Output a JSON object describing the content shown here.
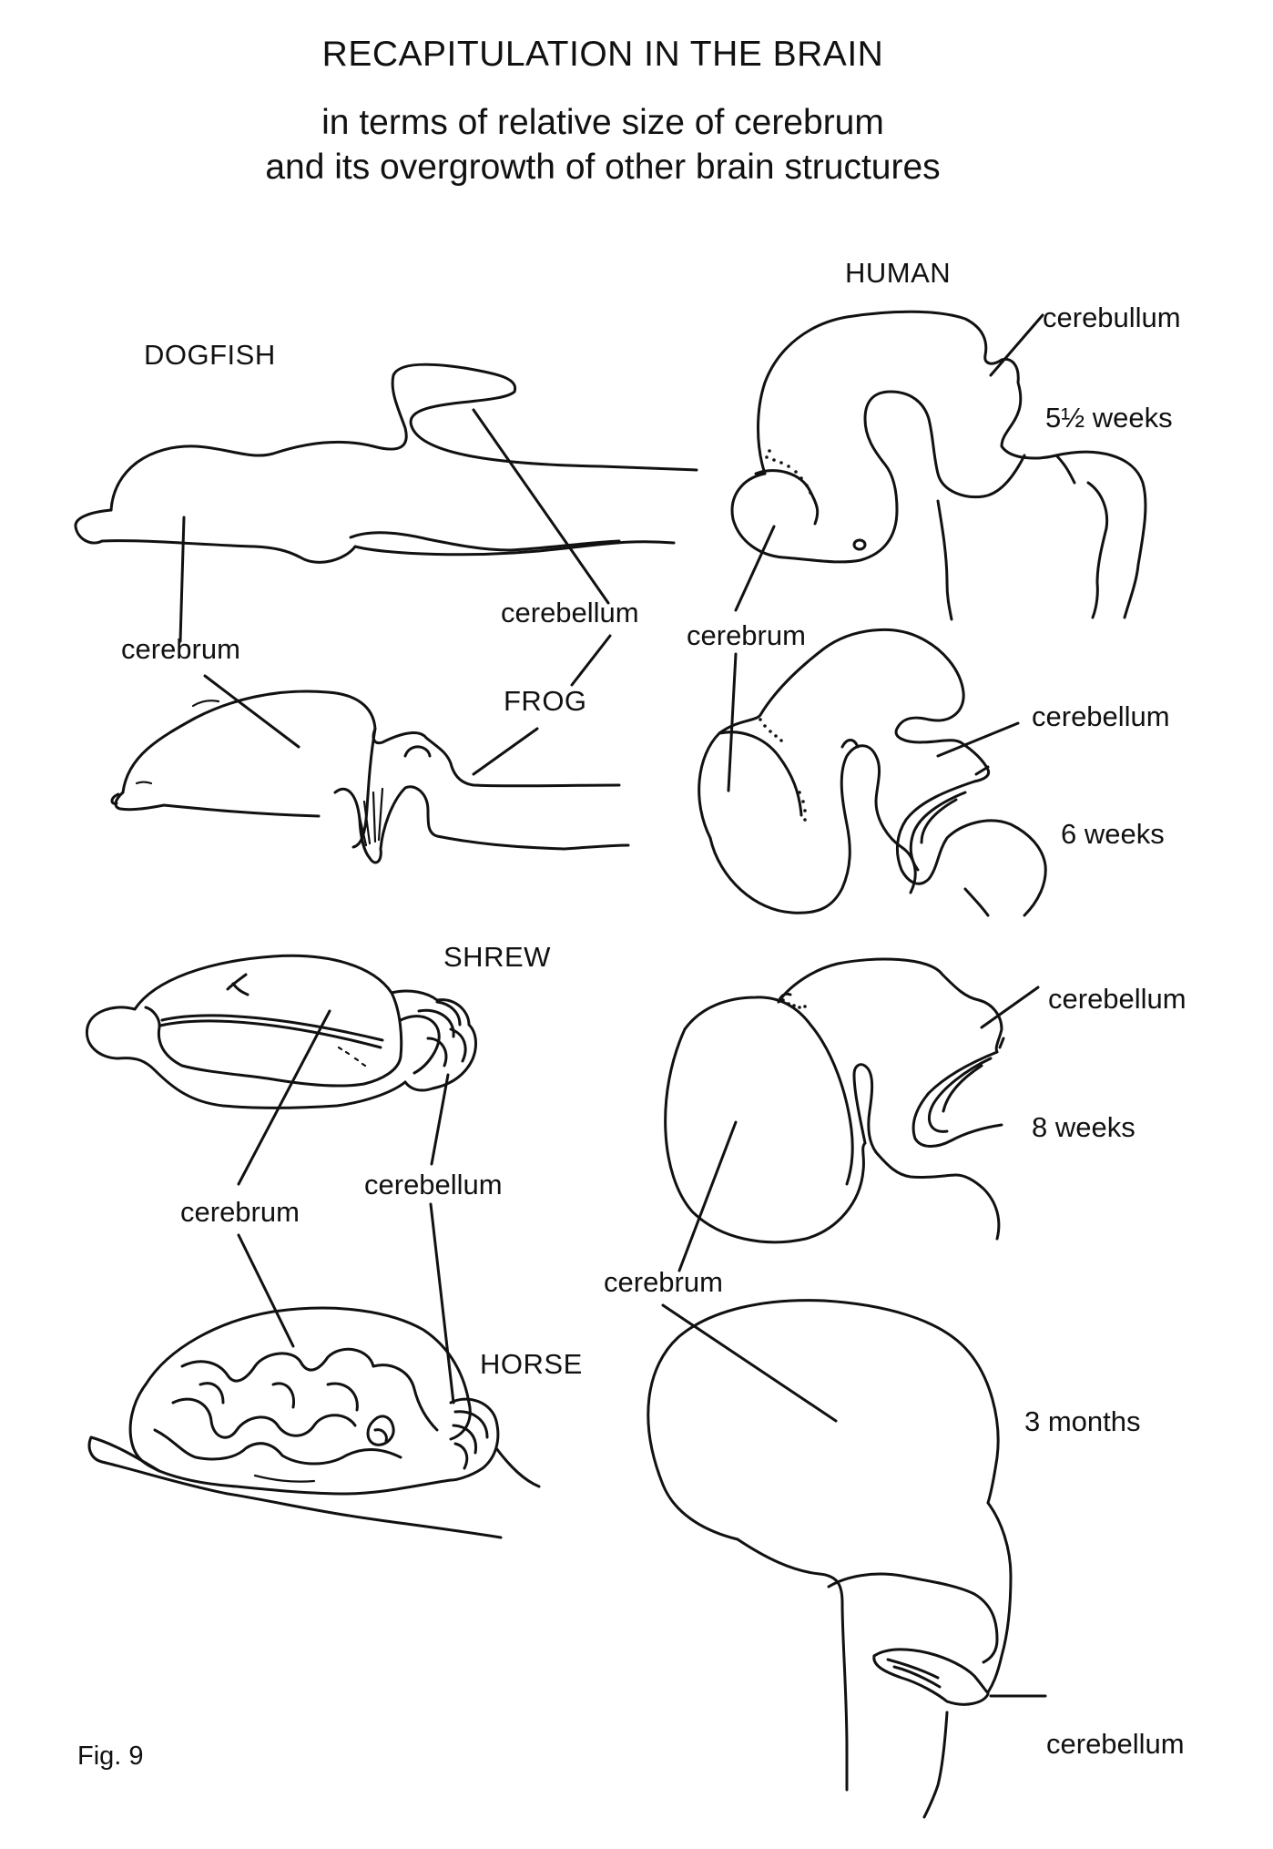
{
  "title": "RECAPITULATION IN THE BRAIN",
  "subtitle_line1": "in terms of relative size of cerebrum",
  "subtitle_line2": "and its overgrowth of other brain structures",
  "species": {
    "dogfish": "DOGFISH",
    "frog": "FROG",
    "shrew": "SHREW",
    "horse": "HORSE",
    "human": "HUMAN"
  },
  "labels": {
    "cerebrum_dogfish_frog": "cerebrum",
    "cerebellum_dogfish_frog": "cerebellum",
    "cerebrum_shrew_horse": "cerebrum",
    "cerebellum_shrew_horse": "cerebellum",
    "human_5w_cerebellum": "cerebullum",
    "human_cerebrum_a": "cerebrum",
    "human_6w_cerebellum": "cerebellum",
    "human_8w_cerebellum": "cerebellum",
    "human_cerebrum_b": "cerebrum",
    "human_3m_cerebellum": "cerebellum"
  },
  "stages": {
    "s1": "5½ weeks",
    "s2": "6 weeks",
    "s3": "8 weeks",
    "s4": "3 months"
  },
  "figure": "Fig. 9"
}
